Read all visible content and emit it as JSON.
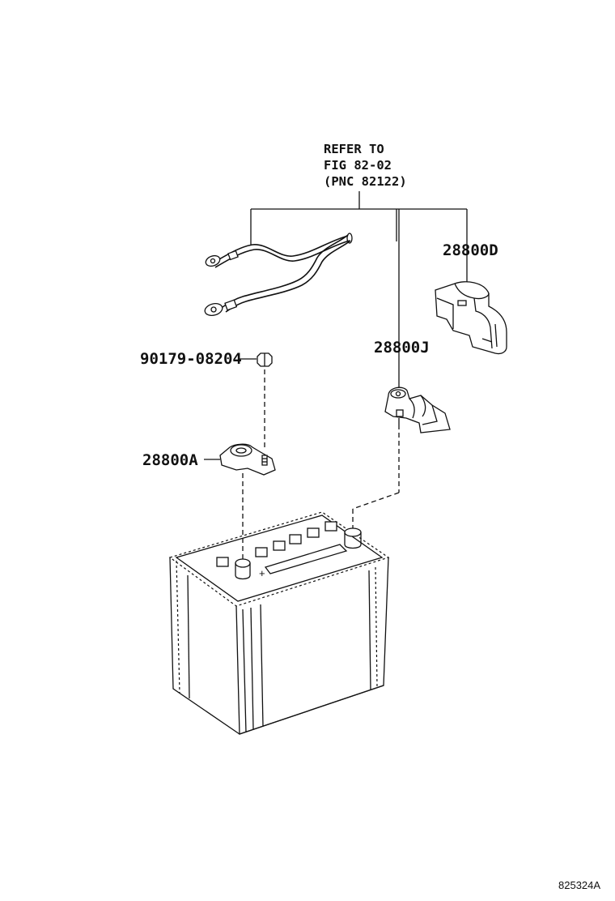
{
  "reference": {
    "line1": "REFER TO",
    "line2": "FIG 82-02",
    "line3": "(PNC 82122)"
  },
  "parts": {
    "cover": "28800D",
    "positive_terminal": "28800J",
    "nut": "90179-08204",
    "negative_terminal": "28800A"
  },
  "footer_code": "825324A"
}
